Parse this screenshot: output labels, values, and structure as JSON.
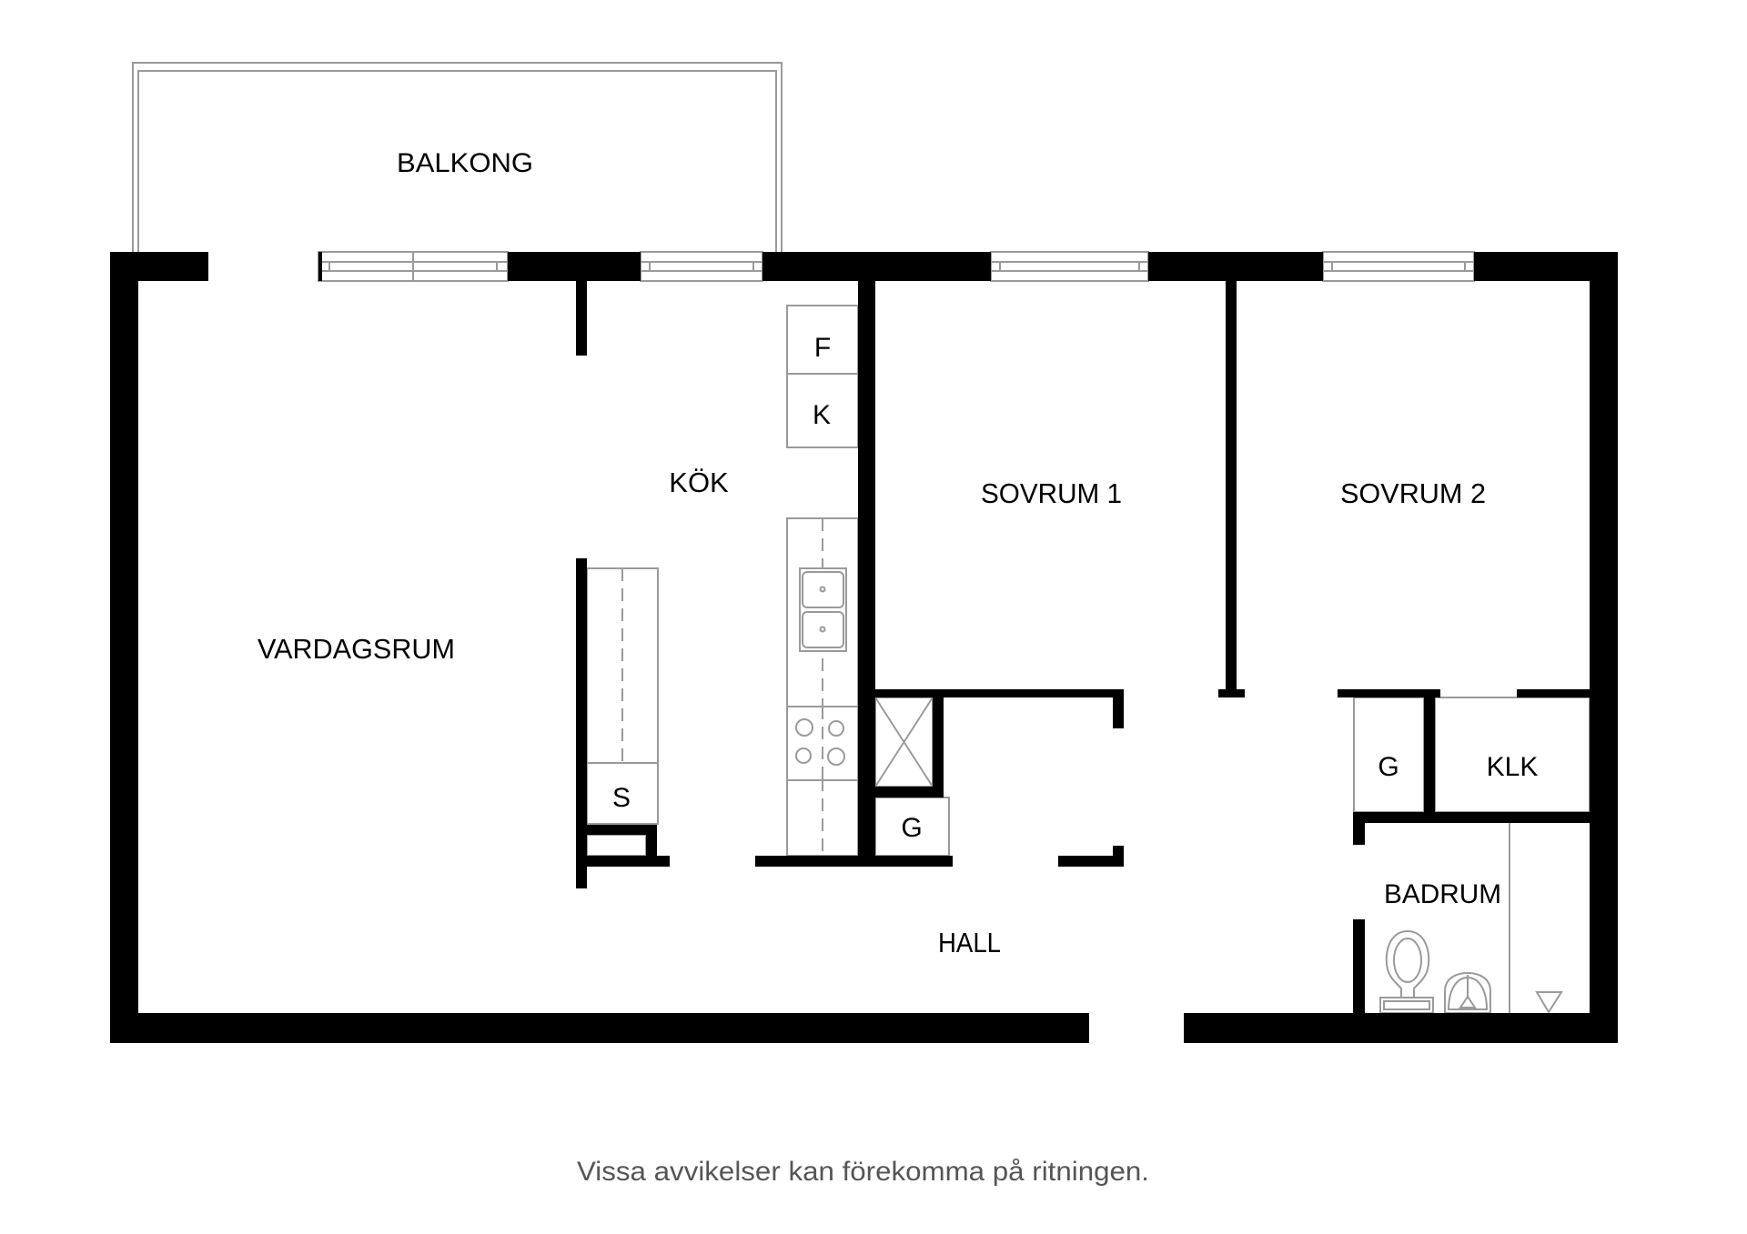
{
  "plan": {
    "rooms": [
      {
        "id": "balkong",
        "label": "BALKONG"
      },
      {
        "id": "kok",
        "label": "KÖK"
      },
      {
        "id": "vardagsrum",
        "label": "VARDAGSRUM"
      },
      {
        "id": "sovrum1",
        "label": "SOVRUM 1"
      },
      {
        "id": "sovrum2",
        "label": "SOVRUM 2"
      },
      {
        "id": "hall",
        "label": "HALL"
      },
      {
        "id": "badrum",
        "label": "BADRUM"
      },
      {
        "id": "klk",
        "label": "KLK"
      }
    ],
    "fixtures": {
      "freezer": "F",
      "fridge": "K",
      "wardrobe_kitchen": "S",
      "wardrobe_hall": "G",
      "wardrobe_bedroom": "G"
    },
    "colors": {
      "wall": "#000000",
      "line": "#9a9a9a",
      "text": "#000000",
      "footnote": "#555555"
    }
  },
  "footnote": "Vissa avvikelser kan förekomma på ritningen."
}
